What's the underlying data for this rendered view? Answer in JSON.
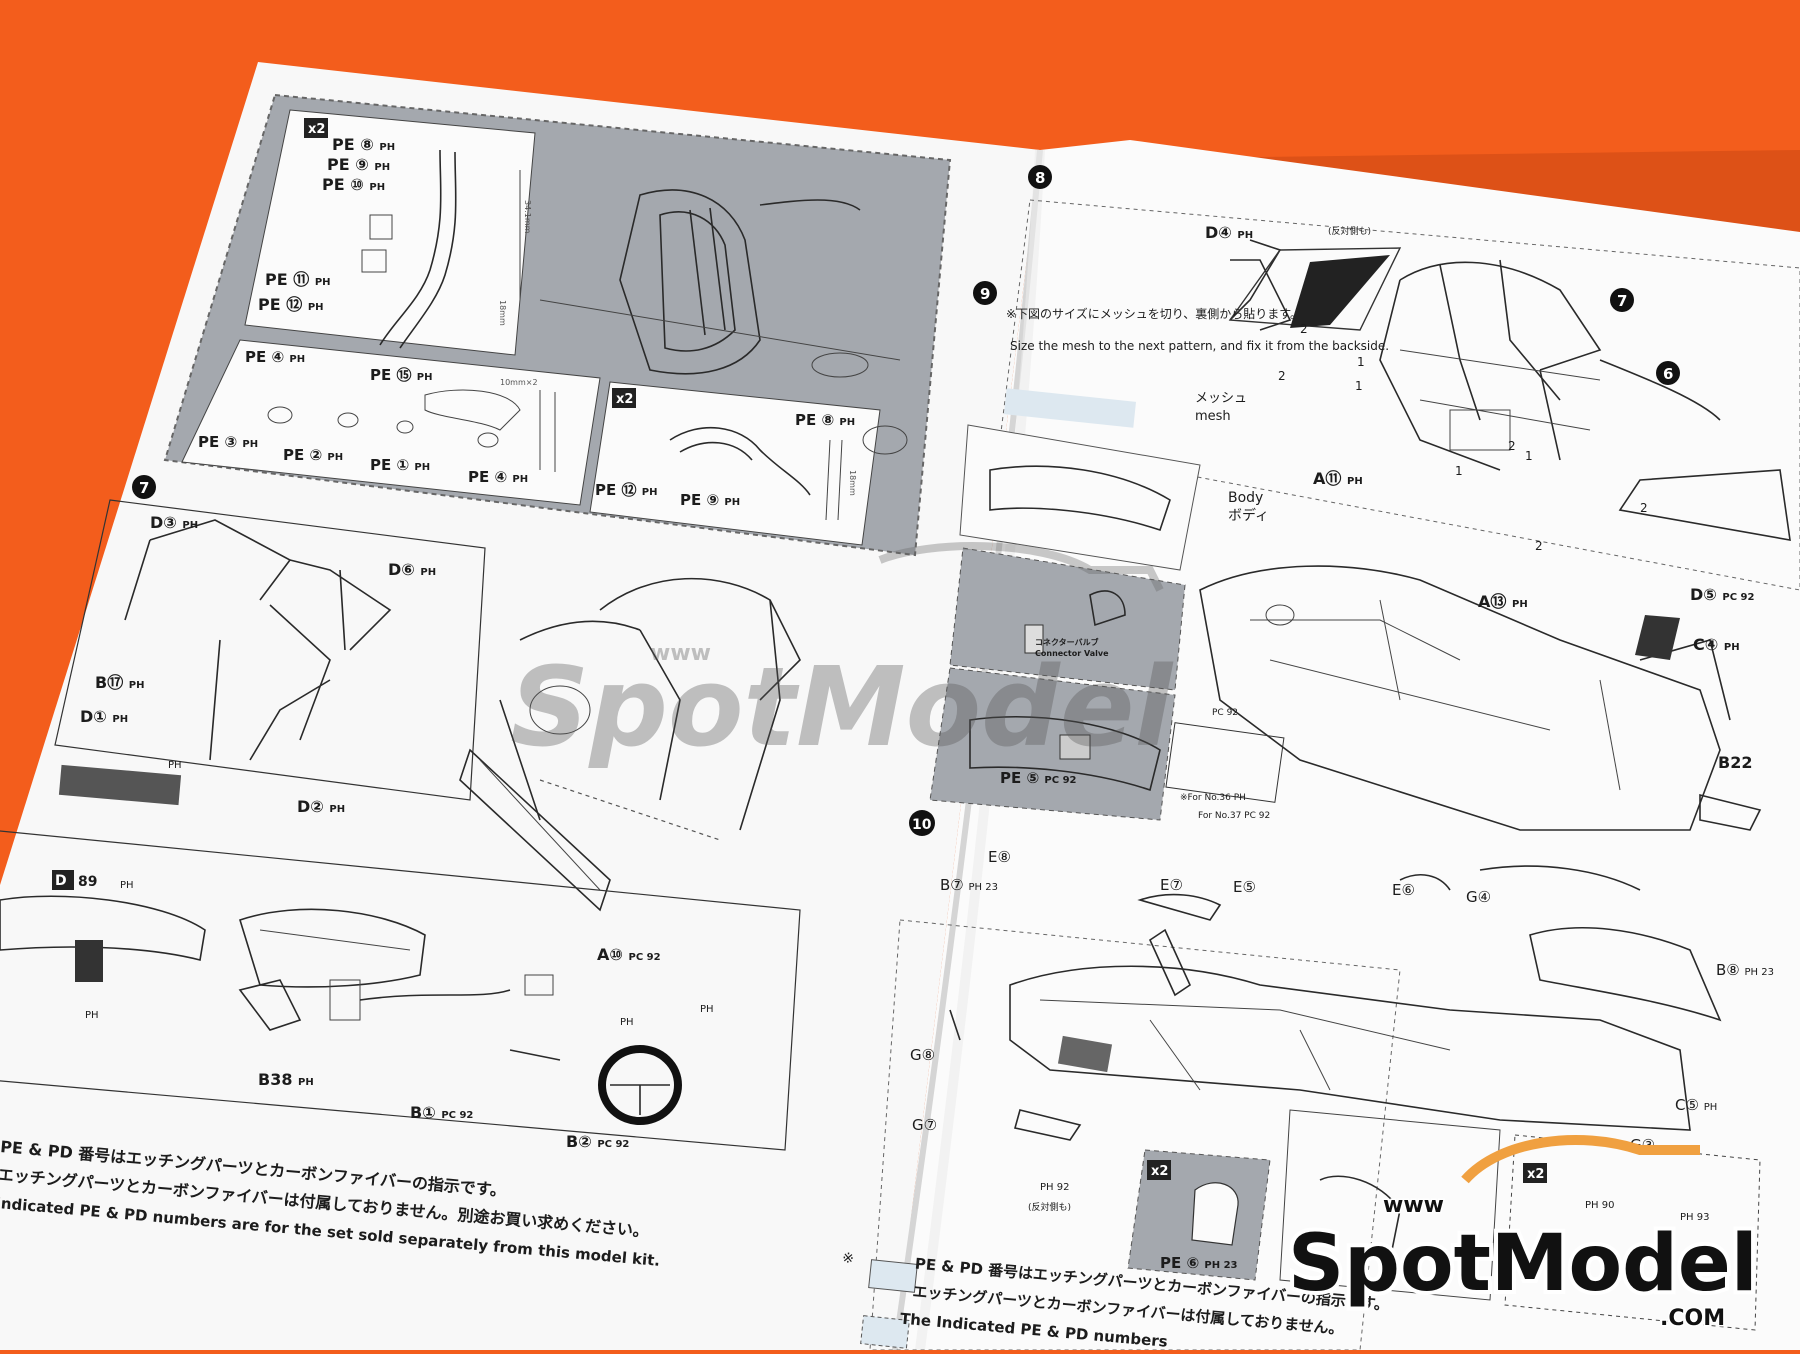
{
  "colors": {
    "background": "#f35d1c",
    "paper": "#fbfbfb",
    "grey_panel": "#a4a8ae",
    "light_blue_mesh": "#dde8f0",
    "logo_text": "#111111"
  },
  "left_page": {
    "top_panel": {
      "qty_badge": "x2",
      "parts_a": [
        {
          "prefix": "PE",
          "num": "⑧",
          "sheet": "PH"
        },
        {
          "prefix": "PE",
          "num": "⑨",
          "sheet": "PH"
        },
        {
          "prefix": "PE",
          "num": "⑩",
          "sheet": "PH"
        },
        {
          "prefix": "PE",
          "num": "⑪",
          "sheet": "PH"
        },
        {
          "prefix": "PE",
          "num": "⑫",
          "sheet": "PH"
        }
      ],
      "dim_a": "34.1mm",
      "dim_b": "18mm",
      "parts_b": [
        {
          "prefix": "PE",
          "num": "④",
          "sheet": "PH"
        },
        {
          "prefix": "PE",
          "num": "⑮",
          "sheet": "PH"
        },
        {
          "prefix": "PE",
          "num": "③",
          "sheet": "PH"
        },
        {
          "prefix": "PE",
          "num": "②",
          "sheet": "PH"
        },
        {
          "prefix": "PE",
          "num": "①",
          "sheet": "PH"
        },
        {
          "prefix": "PE",
          "num": "④",
          "sheet": "PH"
        }
      ],
      "dim_c": "10mm×2",
      "qty_badge_2": "x2",
      "parts_c": [
        {
          "prefix": "PE",
          "num": "⑧",
          "sheet": "PH"
        },
        {
          "prefix": "PE",
          "num": "⑫",
          "sheet": "PH"
        },
        {
          "prefix": "PE",
          "num": "⑨",
          "sheet": "PH"
        }
      ],
      "dim_d": "18mm"
    },
    "step7": {
      "number": "7",
      "parts": [
        {
          "letter": "D",
          "num": "③",
          "sheet": "PH"
        },
        {
          "letter": "D",
          "num": "⑥",
          "sheet": "PH"
        },
        {
          "letter": "B",
          "num": "⑰",
          "sheet": "PH"
        },
        {
          "letter": "D",
          "num": "①",
          "sheet": "PH"
        },
        {
          "letter": "D",
          "num": "②",
          "sheet": "PH"
        }
      ],
      "ph_label": "PH"
    },
    "dash_section": {
      "parts": [
        {
          "letter": "D",
          "num": "89",
          "sheet": "PH"
        },
        {
          "letter": "A",
          "num": "⑩",
          "sheet": "PC 92"
        },
        {
          "letter": "B",
          "num": "38",
          "sheet": "PH"
        },
        {
          "letter": "B",
          "num": "①",
          "sheet": "PC 92"
        },
        {
          "letter": "B",
          "num": "②",
          "sheet": "PC 92"
        }
      ],
      "ph_labels": [
        "PH",
        "PH",
        "PH"
      ]
    },
    "notes": {
      "jp1": "PE & PD 番号はエッチングパーツとカーボンファイバーの指示です。",
      "jp2": "エッチングパーツとカーボンファイバーは付属しておりません。別途お買い求めください。",
      "en1": "Indicated PE & PD numbers are for the set sold separately from this model kit."
    }
  },
  "right_page": {
    "step8": {
      "number": "8",
      "parts": [
        {
          "letter": "D",
          "num": "④",
          "sheet": "PH"
        },
        {
          "letter": "D",
          "num": "⑤",
          "sheet": "PC 92"
        }
      ],
      "ph_note": "(反対側も)",
      "callouts": [
        "7",
        "6"
      ],
      "box_nums": [
        "2",
        "1",
        "2",
        "1",
        "1",
        "2",
        "2",
        "1",
        "2"
      ]
    },
    "step9": {
      "number": "9",
      "jp_note": "※下図のサイズにメッシュを切り、裏側から貼ります。",
      "en_note": "Size the mesh to the next pattern, and fix it from the backside.",
      "mesh_jp": "メッシュ",
      "mesh_en": "mesh",
      "body_en": "Body",
      "body_jp": "ボディ",
      "connector_jp": "コネクターバルブ",
      "connector_en": "Connector Valve",
      "parts": [
        {
          "letter": "A",
          "num": "⑪",
          "sheet": "PH"
        },
        {
          "letter": "A",
          "num": "⑬",
          "sheet": "PH"
        },
        {
          "letter": "C",
          "num": "④",
          "sheet": "PH"
        },
        {
          "letter": "B",
          "num": "22",
          "sheet": ""
        }
      ],
      "pe_part": {
        "prefix": "PE",
        "num": "⑤",
        "sheet": "PC 92"
      },
      "for_36": "※For No.36 PH",
      "for_37": "For No.37 PC 92",
      "pc_label": "PC 92"
    },
    "step10": {
      "number": "10",
      "parts": [
        {
          "letter": "E",
          "num": "⑧"
        },
        {
          "letter": "B",
          "num": "⑦",
          "sheet": "PH 23"
        },
        {
          "letter": "E",
          "num": "⑦"
        },
        {
          "letter": "E",
          "num": "⑤"
        },
        {
          "letter": "E",
          "num": "⑥"
        },
        {
          "letter": "G",
          "num": "④"
        },
        {
          "letter": "B",
          "num": "⑧",
          "sheet": "PH 23"
        },
        {
          "letter": "G",
          "num": "⑧"
        },
        {
          "letter": "C",
          "num": "⑤",
          "sheet": "PH"
        },
        {
          "letter": "G",
          "num": "⑦"
        },
        {
          "letter": "G",
          "num": "③"
        }
      ],
      "ph_92": "PH 92",
      "ph_92_note": "(反対側も)",
      "qty_badge": "x2",
      "pe_part": {
        "prefix": "PE",
        "num": "⑥",
        "sheet": "PH 23"
      },
      "qty_badge_2": "x2",
      "ph_90": "PH 90",
      "ph_93": "PH 93"
    },
    "notes": {
      "star": "※",
      "jp1": "PE & PD 番号はエッチングパーツとカーボンファイバーの指示です。",
      "jp2": "エッチングパーツとカーボンファイバーは付属しておりません。",
      "en1": "The Indicated PE & PD numbers"
    }
  },
  "watermark": {
    "www": "www",
    "brand": "SpotModel"
  },
  "logo": {
    "www": "www",
    "brand": "SpotModel",
    "com": ".COM"
  }
}
